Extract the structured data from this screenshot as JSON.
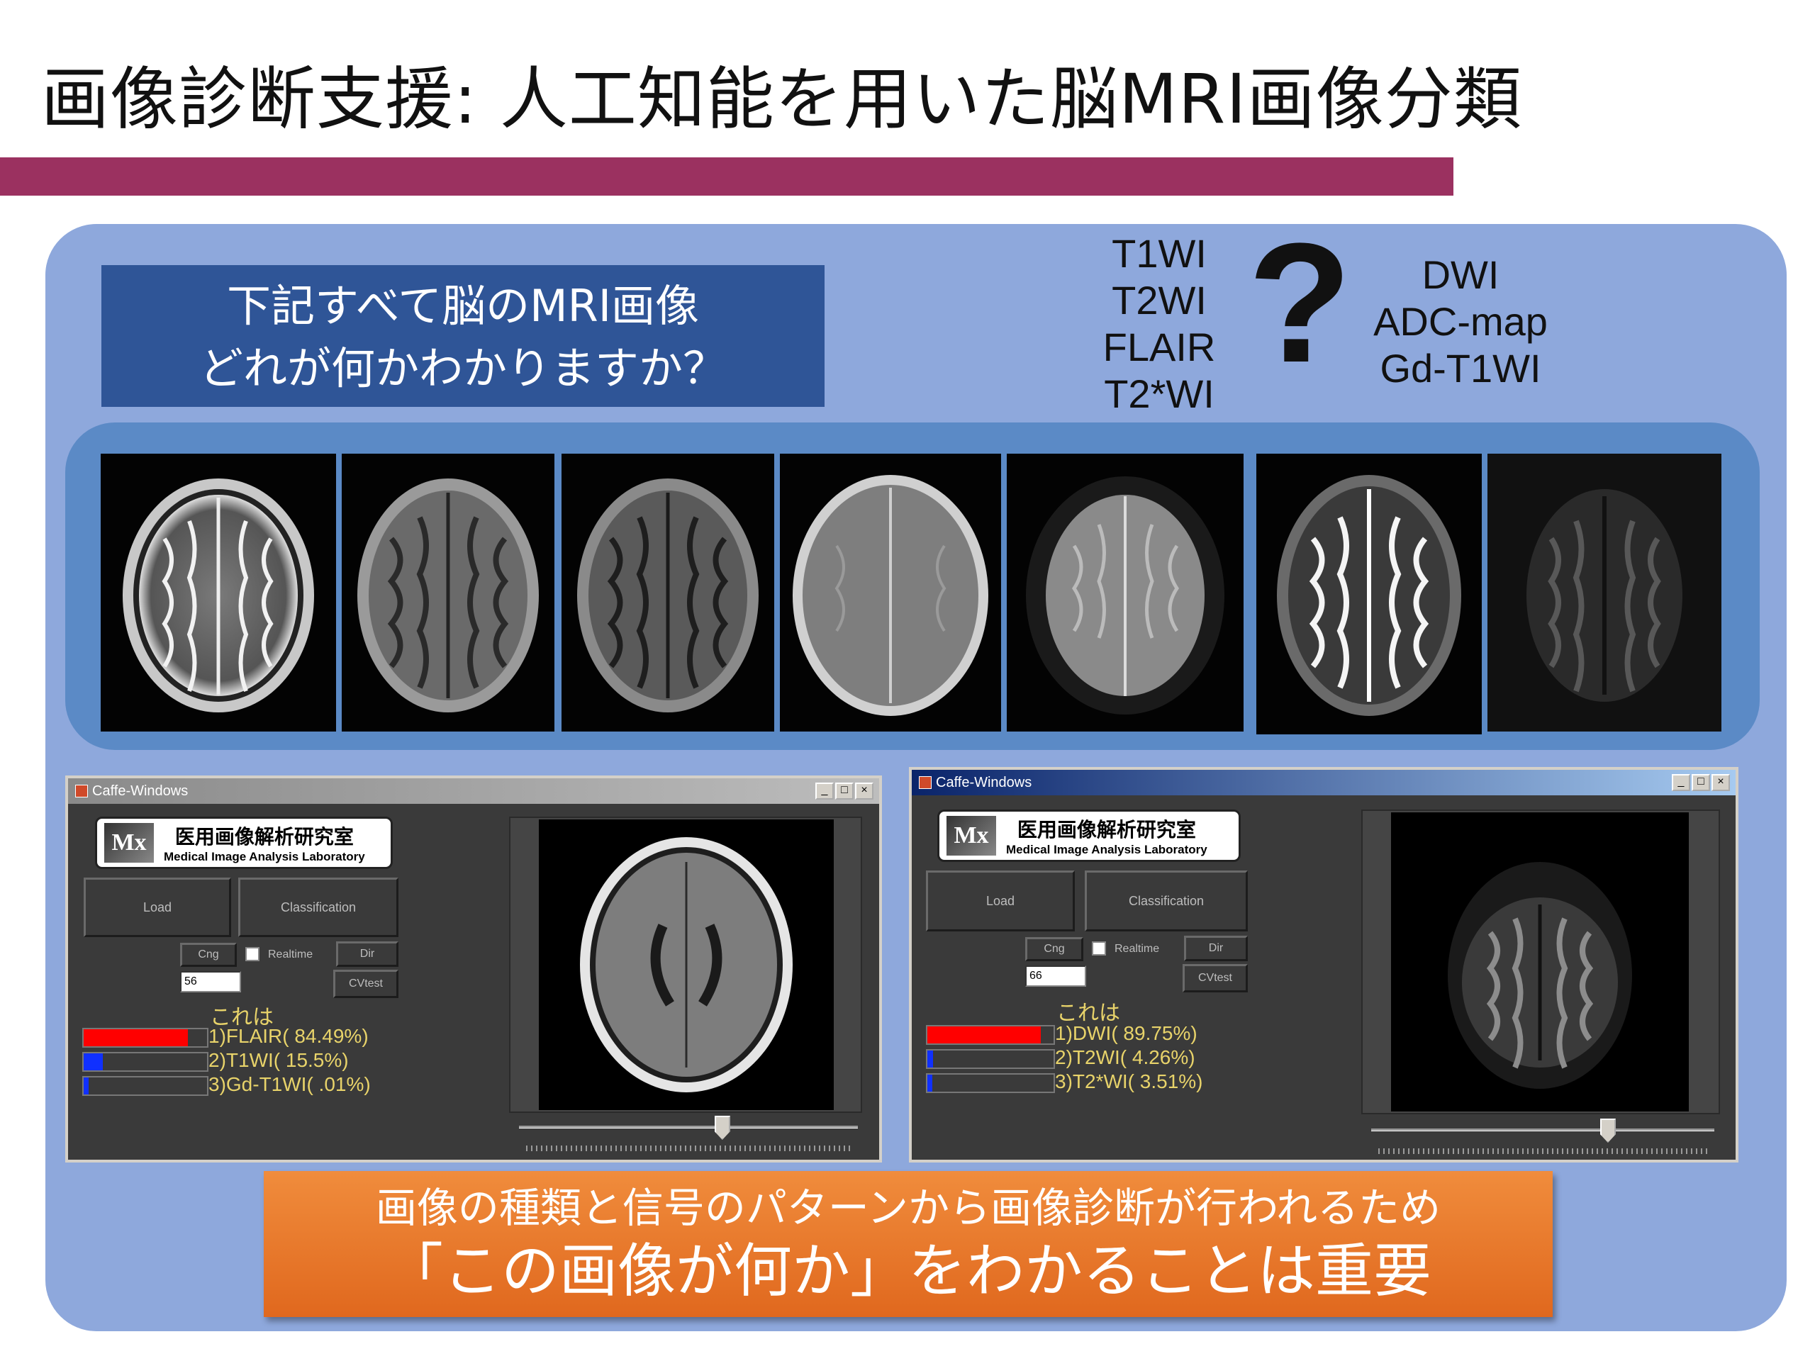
{
  "slide_title": "画像診断支援: 人工知能を用いた脳MRI画像分類",
  "question": {
    "line1": "下記すべて脳のMRI画像",
    "line2": "どれが何かわかりますか？"
  },
  "sequences_left": [
    "T1WI",
    "T2WI",
    "FLAIR",
    "T2*WI"
  ],
  "question_mark": "?",
  "sequences_right": [
    "DWI",
    "ADC-map",
    "Gd-T1WI"
  ],
  "conclusion": {
    "line1": "画像の種類と信号のパターンから画像診断が行われるため",
    "line2": "「この画像が何か」をわかることは重要"
  },
  "windows": [
    {
      "title": "Caffe-Windows",
      "controls": [
        "_",
        "□",
        "×"
      ],
      "lab_logo": "Mx",
      "lab_jp": "医用画像解析研究室",
      "lab_en": "Medical Image Analysis Laboratory",
      "load_label": "Load",
      "classification_label": "Classification",
      "cng_label": "Cng",
      "realtime_label": "Realtime",
      "dir_label": "Dir",
      "cvtest_label": "CVtest",
      "field_value": "56",
      "result_heading": "これは",
      "results": [
        {
          "text": "1)FLAIR( 84.49%)",
          "fraction": 0.8449,
          "color": "#ff0000"
        },
        {
          "text": "2)T1WI( 15.5%)",
          "fraction": 0.155,
          "color": "#1030ff"
        },
        {
          "text": "3)Gd-T1WI( .01%)",
          "fraction": 0.0001,
          "color": "#1030ff"
        }
      ],
      "slider_fraction": 0.6
    },
    {
      "title": "Caffe-Windows",
      "controls": [
        "_",
        "□",
        "×"
      ],
      "lab_logo": "Mx",
      "lab_jp": "医用画像解析研究室",
      "lab_en": "Medical Image Analysis Laboratory",
      "load_label": "Load",
      "classification_label": "Classification",
      "cng_label": "Cng",
      "realtime_label": "Realtime",
      "dir_label": "Dir",
      "cvtest_label": "CVtest",
      "field_value": "66",
      "result_heading": "これは",
      "results": [
        {
          "text": "1)DWI( 89.75%)",
          "fraction": 0.8975,
          "color": "#ff0000"
        },
        {
          "text": "2)T2WI( 4.26%)",
          "fraction": 0.0426,
          "color": "#1030ff"
        },
        {
          "text": "3)T2*WI( 3.51%)",
          "fraction": 0.0351,
          "color": "#1030ff"
        }
      ],
      "slider_fraction": 0.69
    }
  ],
  "colors": {
    "title_bar": "#9b3160",
    "panel": "#8ea8dc",
    "question_box": "#2f5597",
    "image_strip": "#5b8ac6",
    "conclusion": "#e97a2c",
    "result_text": "#e8d36a"
  }
}
